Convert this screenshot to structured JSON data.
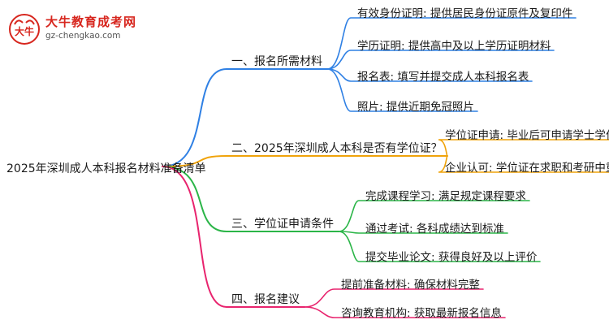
{
  "logo": {
    "name": "大牛教育成考网",
    "url": "gz-chengkao.com",
    "mark_text": "大牛"
  },
  "root": {
    "label": "2025年深圳成人本科报名材料准备清单"
  },
  "branches": [
    {
      "label": "一、报名所需材料",
      "color": "#2f80e4",
      "leaves": [
        "有效身份证明: 提供居民身份证原件及复印件",
        "学历证明: 提供高中及以上学历证明材料",
        "报名表: 填写并提交成人本科报名表",
        "照片: 提供近期免冠照片"
      ]
    },
    {
      "label": "二、2025年深圳成人本科是否有学位证？",
      "color": "#f0a30a",
      "leaves": [
        "学位证申请: 毕业后可申请学士学位证书",
        "企业认可: 学位证在求职和考研中重要"
      ]
    },
    {
      "label": "三、学位证申请条件",
      "color": "#2bb548",
      "leaves": [
        "完成课程学习: 满足规定课程要求",
        "通过考试: 各科成绩达到标准",
        "提交毕业论文: 获得良好及以上评价"
      ]
    },
    {
      "label": "四、报名建议",
      "color": "#e8246e",
      "leaves": [
        "提前准备材料: 确保材料完整",
        "咨询教育机构: 获取最新报名信息"
      ]
    }
  ]
}
